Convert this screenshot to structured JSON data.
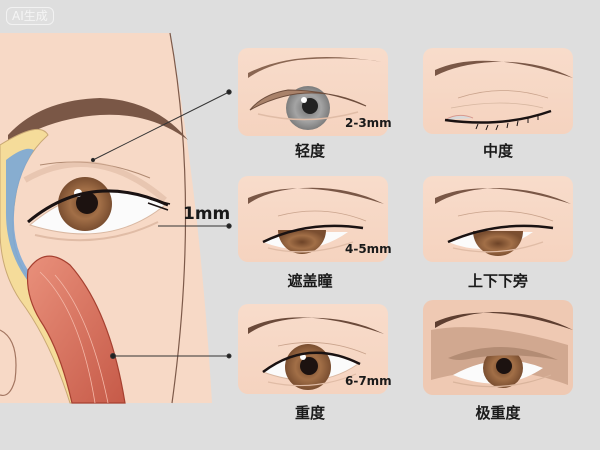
{
  "badge": {
    "text": "AI生成"
  },
  "diagram": {
    "main_measure": "1mm",
    "colors": {
      "background": "#dedede",
      "skin": "#f7d9c6",
      "skin_dark": "#e8bfa5",
      "brow": "#7a5746",
      "iris_brown": "#9a6a45",
      "iris_gray": "#8e8e8e",
      "muscle": "#d9725f",
      "fat": "#f5dc9a",
      "septum_blue": "#7ba7d6",
      "lid_fold": "#b08a72"
    },
    "panels": [
      {
        "label": "轻度",
        "measure": "2-3mm"
      },
      {
        "label": "中度",
        "measure": ""
      },
      {
        "label": "遮盖瞳",
        "measure": "4-5mm"
      },
      {
        "label": "上下下旁",
        "measure": ""
      },
      {
        "label": "重度",
        "measure": "6-7mm"
      },
      {
        "label": "极重度",
        "measure": ""
      }
    ]
  }
}
